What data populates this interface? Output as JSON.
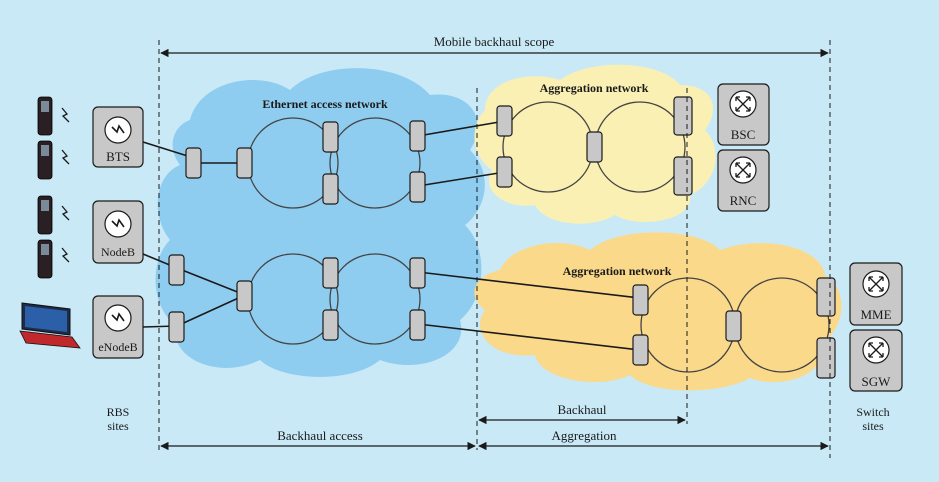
{
  "colors": {
    "background": "#c9e9f7",
    "ethernet_cloud": "#8fcdf0",
    "aggregation_top_cloud": "#fbf0b4",
    "aggregation_bottom_cloud": "#fbd98a",
    "node_fill": "#c8c8c8",
    "line": "#1a1a1a"
  },
  "scope": {
    "mobile_backhaul_scope": "Mobile backhaul scope",
    "backhaul": "Backhaul",
    "backhaul_access": "Backhaul access",
    "aggregation": "Aggregation"
  },
  "networks": {
    "ethernet_access": "Ethernet access network",
    "aggregation_top": "Aggregation network",
    "aggregation_bottom": "Aggregation network"
  },
  "base_stations": [
    {
      "label": "BTS",
      "icon": "radio-icon"
    },
    {
      "label": "NodeB",
      "icon": "radio-icon"
    },
    {
      "label": "eNodeB",
      "icon": "radio-icon"
    }
  ],
  "controllers": [
    {
      "label": "BSC",
      "icon": "router-icon"
    },
    {
      "label": "RNC",
      "icon": "router-icon"
    },
    {
      "label": "MME",
      "icon": "router-icon"
    },
    {
      "label": "SGW",
      "icon": "router-icon"
    }
  ],
  "devices": [
    {
      "type": "mobile-phone-icon"
    },
    {
      "type": "mobile-phone-icon"
    },
    {
      "type": "mobile-phone-icon"
    },
    {
      "type": "mobile-phone-icon"
    },
    {
      "type": "laptop-icon"
    }
  ],
  "sites": {
    "rbs_line1": "RBS",
    "rbs_line2": "sites",
    "switch_line1": "Switch",
    "switch_line2": "sites"
  }
}
